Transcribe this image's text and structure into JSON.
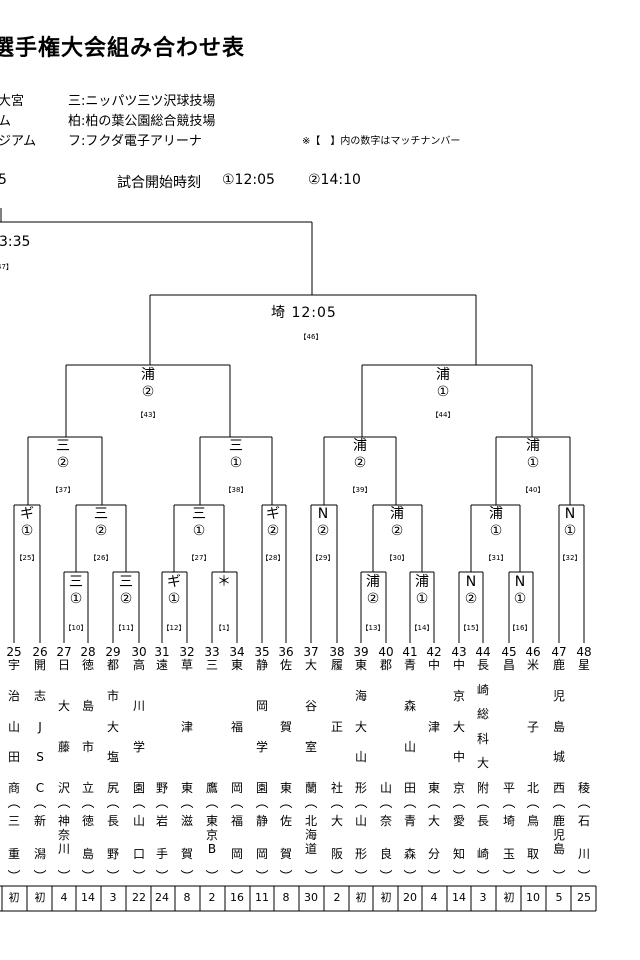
{
  "title": "選手権大会組み合わせ表",
  "venues": {
    "left1": "大宮",
    "left2": "ム",
    "left3": "ジアム",
    "right1": "三:ニッパツ三ツ沢球技場",
    "right2": "柏:柏の葉公園総合競技場",
    "right3": "フ:フクダ電子アリーナ"
  },
  "note": "※【　】内の数字はマッチナンバー",
  "schedule": {
    "left": "5",
    "label": "試合開始時刻",
    "slot1": "①12:05",
    "slot2": "②14:10"
  },
  "upper_match": {
    "time": "3:35",
    "number": "47】"
  },
  "matches": {
    "m46": {
      "label": "埼 12:05",
      "number": "【46】"
    },
    "m43": {
      "venue": "浦",
      "slot": "②",
      "number": "【43】"
    },
    "m44": {
      "venue": "浦",
      "slot": "①",
      "number": "【44】"
    },
    "m37": {
      "venue": "三",
      "slot": "②",
      "number": "【37】"
    },
    "m38": {
      "venue": "三",
      "slot": "①",
      "number": "【38】"
    },
    "m39": {
      "venue": "浦",
      "slot": "②",
      "number": "【39】"
    },
    "m40": {
      "venue": "浦",
      "slot": "①",
      "number": "【40】"
    },
    "m25": {
      "venue": "ギ",
      "slot": "①",
      "number": "【25】"
    },
    "m26": {
      "venue": "三",
      "slot": "②",
      "number": "【26】"
    },
    "m27": {
      "venue": "三",
      "slot": "①",
      "number": "【27】"
    },
    "m28": {
      "venue": "ギ",
      "slot": "②",
      "number": "【28】"
    },
    "m29": {
      "venue": "N",
      "slot": "②",
      "number": "【29】"
    },
    "m30": {
      "venue": "浦",
      "slot": "②",
      "number": "【30】"
    },
    "m31": {
      "venue": "浦",
      "slot": "①",
      "number": "【31】"
    },
    "m32": {
      "venue": "N",
      "slot": "①",
      "number": "【32】"
    },
    "m10": {
      "venue": "三",
      "slot": "①",
      "number": "【10】"
    },
    "m11": {
      "venue": "三",
      "slot": "②",
      "number": "【11】"
    },
    "m12": {
      "venue": "ギ",
      "slot": "①",
      "number": "【12】"
    },
    "m1": {
      "venue": "＊",
      "slot": "",
      "number": "【1】"
    },
    "m13": {
      "venue": "浦",
      "slot": "②",
      "number": "【13】"
    },
    "m14": {
      "venue": "浦",
      "slot": "①",
      "number": "【14】"
    },
    "m15": {
      "venue": "N",
      "slot": "②",
      "number": "【15】"
    },
    "m16": {
      "venue": "N",
      "slot": "①",
      "number": "【16】"
    }
  },
  "teams": [
    {
      "no": "25",
      "school": [
        "宇",
        "治",
        "山",
        "田",
        "商"
      ],
      "pref": [
        "三",
        "重"
      ],
      "count": "初"
    },
    {
      "no": "26",
      "school": [
        "開",
        "志",
        "J",
        "S",
        "C"
      ],
      "pref": [
        "新",
        "潟"
      ],
      "count": "初"
    },
    {
      "no": "27",
      "school": [
        "日",
        "大",
        "藤",
        "沢"
      ],
      "pref": [
        "神",
        "奈",
        "川"
      ],
      "count": "4"
    },
    {
      "no": "28",
      "school": [
        "徳",
        "島",
        "市",
        "立"
      ],
      "pref": [
        "徳",
        "島"
      ],
      "count": "14"
    },
    {
      "no": "29",
      "school": [
        "都",
        "市",
        "大",
        "塩",
        "尻"
      ],
      "pref": [
        "長",
        "野"
      ],
      "count": "3"
    },
    {
      "no": "30",
      "school": [
        "高",
        "川",
        "学",
        "園"
      ],
      "pref": [
        "山",
        "口"
      ],
      "count": "22"
    },
    {
      "no": "31",
      "school": [
        "遠",
        "野"
      ],
      "pref": [
        "岩",
        "手"
      ],
      "count": "24"
    },
    {
      "no": "32",
      "school": [
        "草",
        "津",
        "東"
      ],
      "pref": [
        "滋",
        "賀"
      ],
      "count": "8"
    },
    {
      "no": "33",
      "school": [
        "三",
        "鷹"
      ],
      "pref": [
        "東",
        "京",
        "B"
      ],
      "count": "2"
    },
    {
      "no": "34",
      "school": [
        "東",
        "福",
        "岡"
      ],
      "pref": [
        "福",
        "岡"
      ],
      "count": "16"
    },
    {
      "no": "35",
      "school": [
        "静",
        "岡",
        "学",
        "園"
      ],
      "pref": [
        "静",
        "岡"
      ],
      "count": "11"
    },
    {
      "no": "36",
      "school": [
        "佐",
        "賀",
        "東"
      ],
      "pref": [
        "佐",
        "賀"
      ],
      "count": "8"
    },
    {
      "no": "37",
      "school": [
        "大",
        "谷",
        "室",
        "蘭"
      ],
      "pref": [
        "北",
        "海",
        "道"
      ],
      "count": "30"
    },
    {
      "no": "38",
      "school": [
        "履",
        "正",
        "社"
      ],
      "pref": [
        "大",
        "阪"
      ],
      "count": "2"
    },
    {
      "no": "39",
      "school": [
        "東",
        "海",
        "大",
        "山",
        "形"
      ],
      "pref": [
        "山",
        "形"
      ],
      "count": "初"
    },
    {
      "no": "40",
      "school": [
        "郡",
        "山"
      ],
      "pref": [
        "奈",
        "良"
      ],
      "count": "初"
    },
    {
      "no": "41",
      "school": [
        "青",
        "森",
        "山",
        "田"
      ],
      "pref": [
        "青",
        "森"
      ],
      "count": "20"
    },
    {
      "no": "42",
      "school": [
        "中",
        "津",
        "東"
      ],
      "pref": [
        "大",
        "分"
      ],
      "count": "4"
    },
    {
      "no": "43",
      "school": [
        "中",
        "京",
        "大",
        "中",
        "京"
      ],
      "pref": [
        "愛",
        "知"
      ],
      "count": "14"
    },
    {
      "no": "44",
      "school": [
        "長",
        "崎",
        "総",
        "科",
        "大",
        "附"
      ],
      "pref": [
        "長",
        "崎"
      ],
      "count": "3"
    },
    {
      "no": "45",
      "school": [
        "昌",
        "平"
      ],
      "pref": [
        "埼",
        "玉"
      ],
      "count": "初"
    },
    {
      "no": "46",
      "school": [
        "米",
        "子",
        "北"
      ],
      "pref": [
        "鳥",
        "取"
      ],
      "count": "10"
    },
    {
      "no": "47",
      "school": [
        "鹿",
        "児",
        "島",
        "城",
        "西"
      ],
      "pref": [
        "鹿",
        "児",
        "島"
      ],
      "count": "5"
    },
    {
      "no": "48",
      "school": [
        "星",
        "稜"
      ],
      "pref": [
        "石",
        "川"
      ],
      "count": "25"
    }
  ]
}
